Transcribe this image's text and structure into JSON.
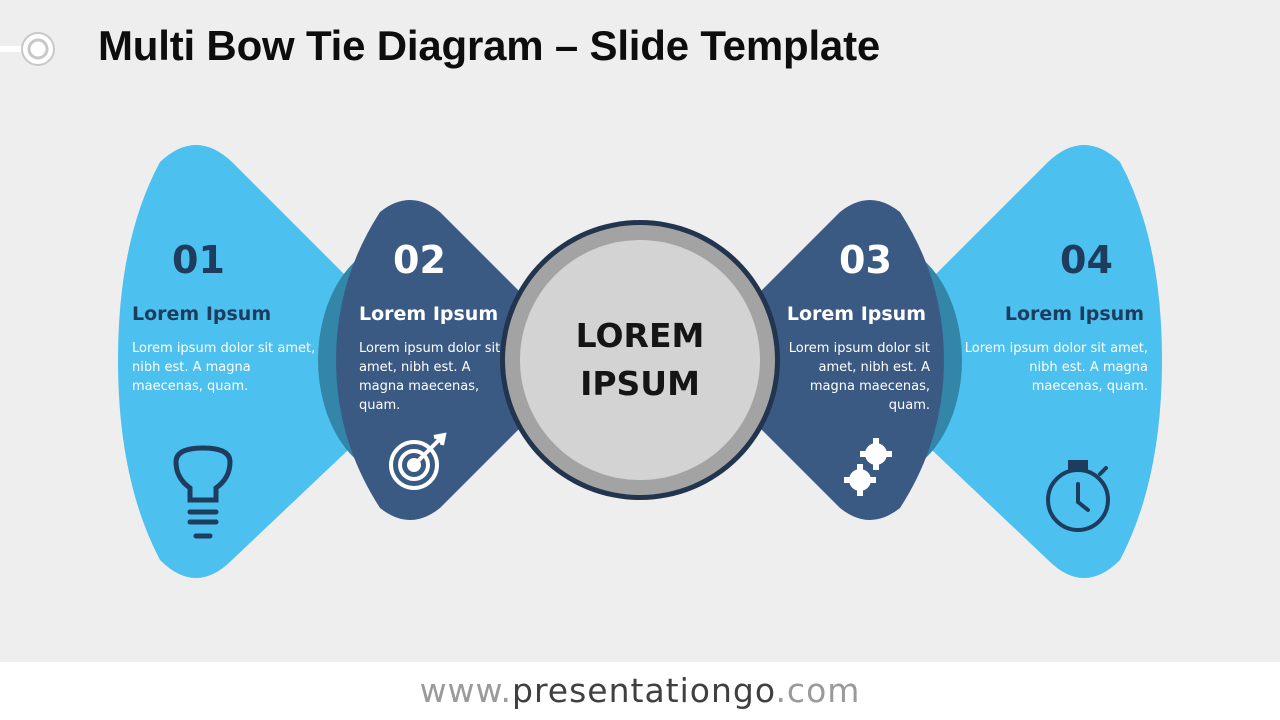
{
  "title": "Multi Bow Tie Diagram – Slide Template",
  "center": {
    "line1": "LOREM",
    "line2": "IPSUM"
  },
  "items": [
    {
      "number": "01",
      "heading": "Lorem Ipsum",
      "text": "Lorem ipsum dolor sit amet, nibh est. A magna maecenas, quam.",
      "icon": "lightbulb-icon"
    },
    {
      "number": "02",
      "heading": "Lorem Ipsum",
      "text": "Lorem ipsum dolor sit amet, nibh est. A magna maecenas, quam.",
      "icon": "target-icon"
    },
    {
      "number": "03",
      "heading": "Lorem Ipsum",
      "text": "Lorem ipsum dolor sit amet, nibh est. A magna maecenas, quam.",
      "icon": "gears-icon"
    },
    {
      "number": "04",
      "heading": "Lorem Ipsum",
      "text": "Lorem ipsum dolor sit amet, nibh est. A magna maecenas, quam.",
      "icon": "stopwatch-icon"
    }
  ],
  "footer": {
    "prefix": "www.",
    "domain": "presentationgo",
    "suffix": ".com"
  },
  "colors": {
    "light_blue": "#4cc0ef",
    "dark_blue": "#3a5a84",
    "icon_dark": "#1e3c5e",
    "circle_ring": "#a3a3a3",
    "circle_fill": "#d3d3d3"
  }
}
